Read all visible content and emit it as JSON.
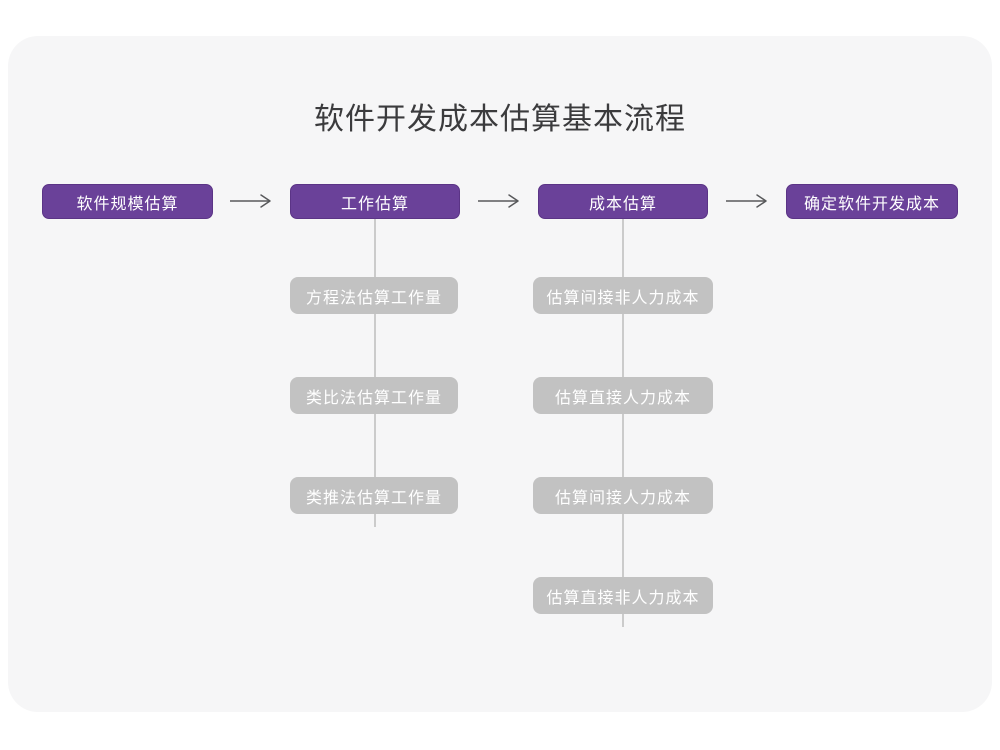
{
  "title": "软件开发成本估算基本流程",
  "colors": {
    "page_background": "#FFFFFF",
    "card_background": "#F6F6F7",
    "primary_node": "#6A4199",
    "primary_node_border": "#5B3486",
    "secondary_node": "#C2C2C2",
    "connector_line": "#CBCBCB",
    "arrow": "#58595B",
    "title_text": "#3B3B3D",
    "node_text": "#FFFFFF"
  },
  "flow": {
    "main_steps": [
      {
        "label": "软件规模估算"
      },
      {
        "label": "工作估算"
      },
      {
        "label": "成本估算"
      },
      {
        "label": "确定软件开发成本"
      }
    ],
    "work_estimation_methods": [
      "方程法估算工作量",
      "类比法估算工作量",
      "类推法估算工作量"
    ],
    "cost_estimation_components": [
      "估算间接非人力成本",
      "估算直接人力成本",
      "估算间接人力成本",
      "估算直接非人力成本"
    ]
  }
}
